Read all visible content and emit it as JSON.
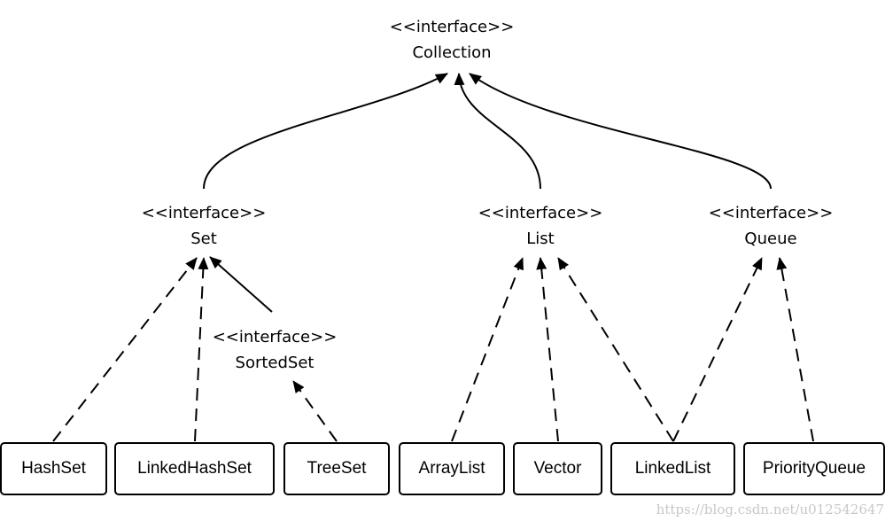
{
  "diagram": {
    "interfaces": {
      "collection": {
        "stereotype": "<<interface>>",
        "name": "Collection"
      },
      "set": {
        "stereotype": "<<interface>>",
        "name": "Set"
      },
      "list": {
        "stereotype": "<<interface>>",
        "name": "List"
      },
      "queue": {
        "stereotype": "<<interface>>",
        "name": "Queue"
      },
      "sortedset": {
        "stereotype": "<<interface>>",
        "name": "SortedSet"
      }
    },
    "classes": {
      "hashset": "HashSet",
      "linkedhashset": "LinkedHashSet",
      "treeset": "TreeSet",
      "arraylist": "ArrayList",
      "vector": "Vector",
      "linkedlist": "LinkedList",
      "priorityqueue": "PriorityQueue"
    },
    "relationships": [
      {
        "from": "Set",
        "to": "Collection",
        "kind": "extends"
      },
      {
        "from": "List",
        "to": "Collection",
        "kind": "extends"
      },
      {
        "from": "Queue",
        "to": "Collection",
        "kind": "extends"
      },
      {
        "from": "SortedSet",
        "to": "Set",
        "kind": "extends"
      },
      {
        "from": "HashSet",
        "to": "Set",
        "kind": "implements"
      },
      {
        "from": "LinkedHashSet",
        "to": "Set",
        "kind": "implements"
      },
      {
        "from": "TreeSet",
        "to": "SortedSet",
        "kind": "implements"
      },
      {
        "from": "ArrayList",
        "to": "List",
        "kind": "implements"
      },
      {
        "from": "Vector",
        "to": "List",
        "kind": "implements"
      },
      {
        "from": "LinkedList",
        "to": "List",
        "kind": "implements"
      },
      {
        "from": "LinkedList",
        "to": "Queue",
        "kind": "implements"
      },
      {
        "from": "PriorityQueue",
        "to": "Queue",
        "kind": "implements"
      }
    ]
  },
  "watermark": "https://blog.csdn.net/u012542647"
}
